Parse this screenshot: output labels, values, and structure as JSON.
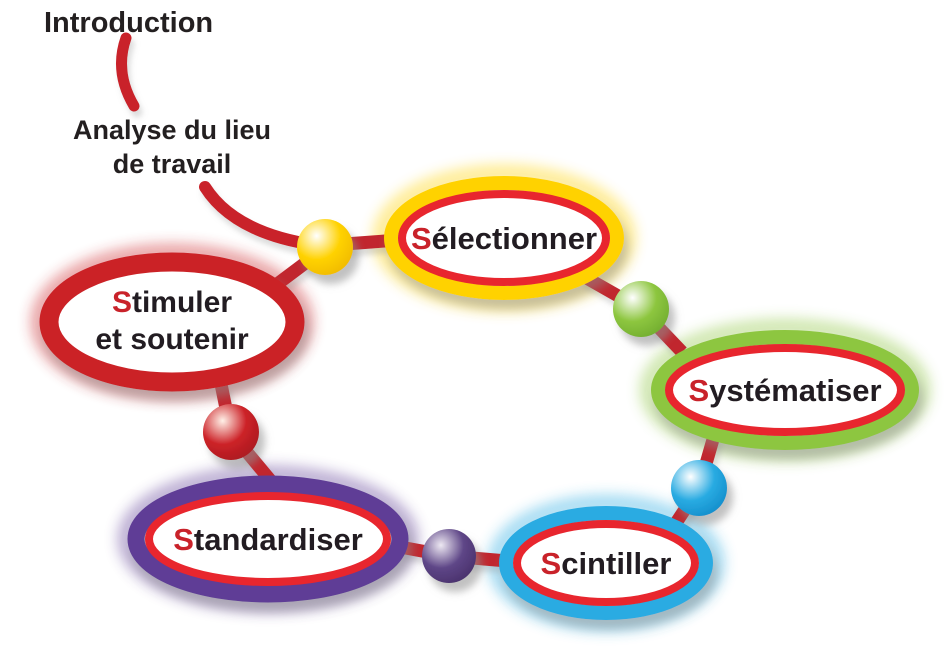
{
  "diagram": {
    "intro": {
      "label": "Introduction"
    },
    "analyse": {
      "line1": "Analyse du lieu",
      "line2": "de travail"
    },
    "colors": {
      "text": "#231F20",
      "red_accent": "#C9242B",
      "connector": "#C1272D",
      "inner_ring": "#E8252D",
      "background": "#FFFFFF"
    },
    "nodes": {
      "selectionner": {
        "initial": "S",
        "rest": "électionner",
        "ring": "#FFD201"
      },
      "systematiser": {
        "initial": "S",
        "rest": "ystématiser",
        "ring": "#8DC63F"
      },
      "scintiller": {
        "initial": "S",
        "rest": "cintiller",
        "ring": "#29ABE2"
      },
      "standardiser": {
        "initial": "S",
        "rest": "tandardiser",
        "ring": "#5E3D96"
      },
      "stimuler": {
        "initial": "S",
        "rest": "timuler",
        "line2": "et soutenir",
        "ring": "#CB2026"
      }
    },
    "spheres": {
      "yellow": {
        "base": "#FFD201",
        "edge": "#EDB501"
      },
      "green": {
        "base": "#8DC63F",
        "edge": "#6CA82C"
      },
      "blue": {
        "base": "#29ABE2",
        "edge": "#0E87C6"
      },
      "purple": {
        "base": "#5E4687",
        "edge": "#452C66"
      },
      "red": {
        "base": "#CC2127",
        "edge": "#A31B1F"
      }
    }
  }
}
